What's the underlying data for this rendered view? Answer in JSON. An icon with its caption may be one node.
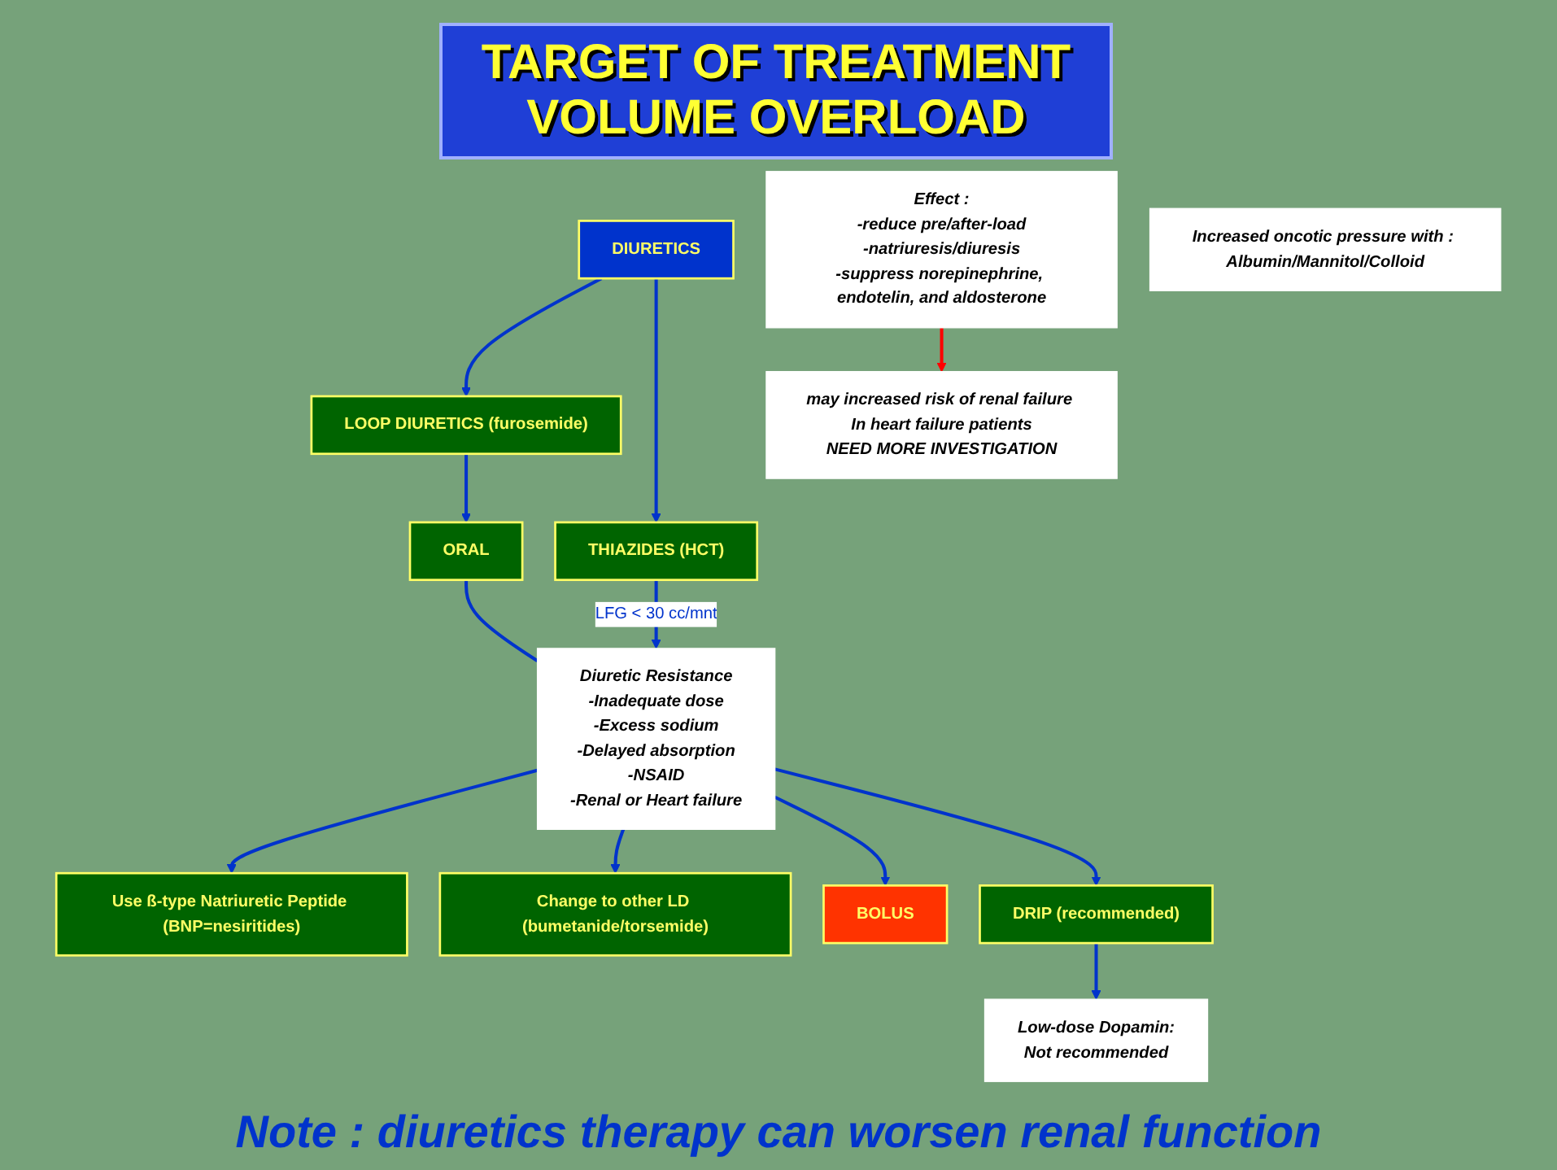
{
  "diagram": {
    "title": "TARGET OF TREATMENT VOLUME OVERLOAD",
    "caption": "Note : diuretics therapy can worsen renal function",
    "nodes": [
      {
        "text": [
          "DIURETICS"
        ]
      },
      {
        "text": [
          "THIAZIDES (HCT)"
        ]
      },
      {
        "text": [
          "LOOP DIURETICS (furosemide)"
        ]
      },
      {
        "text": [
          "ORAL"
        ]
      },
      {
        "text": [
          "Diuretic Resistance",
          "-Inadequate dose",
          "-Excess sodium",
          "-Delayed absorption",
          "-NSAID",
          "-Renal or Heart failure"
        ]
      },
      {
        "text": [
          "Use ß-type Natriuretic Peptide (BNP=nesiritides)"
        ]
      },
      {
        "text": [
          "Effect :",
          "-reduce pre/after-load",
          "-natriuresis/diuresis",
          "-suppress norepinephrine, endotelin, and aldosterone"
        ]
      },
      {
        "text": [
          "may increased risk of renal failure In heart failure patients",
          "NEED MORE INVESTIGATION"
        ]
      },
      {
        "text": [
          "Change to other LD (bumetanide/torsemide)"
        ]
      },
      {
        "text": [
          "BOLUS"
        ]
      },
      {
        "text": [
          "DRIP (recommended)"
        ]
      },
      {
        "text": [
          "Increased oncotic pressure with : Albumin/Mannitol/Colloid"
        ]
      },
      {
        "text": [
          "Low-dose Dopamin:",
          "Not recommended"
        ]
      }
    ],
    "edges": [
      {
        "from": 0,
        "to": 2,
        "arrow": "to"
      },
      {
        "from": 0,
        "to": 1,
        "arrow": "to"
      },
      {
        "from": 2,
        "to": 3,
        "arrow": "to"
      },
      {
        "from": 3,
        "to": 4,
        "arrow": "none"
      },
      {
        "from": 1,
        "to": 4,
        "arrow": "to",
        "label": "LFG < 30 cc/mnt"
      },
      {
        "from": 4,
        "to": 5,
        "arrow": "to"
      },
      {
        "from": 4,
        "to": 8,
        "arrow": "to"
      },
      {
        "from": 4,
        "to": 9,
        "arrow": "to"
      },
      {
        "from": 4,
        "to": 10,
        "arrow": "to"
      },
      {
        "from": 6,
        "to": 7,
        "arrow": "to",
        "color": "#ff0000"
      },
      {
        "from": 10,
        "to": 12,
        "arrow": "to"
      }
    ]
  }
}
